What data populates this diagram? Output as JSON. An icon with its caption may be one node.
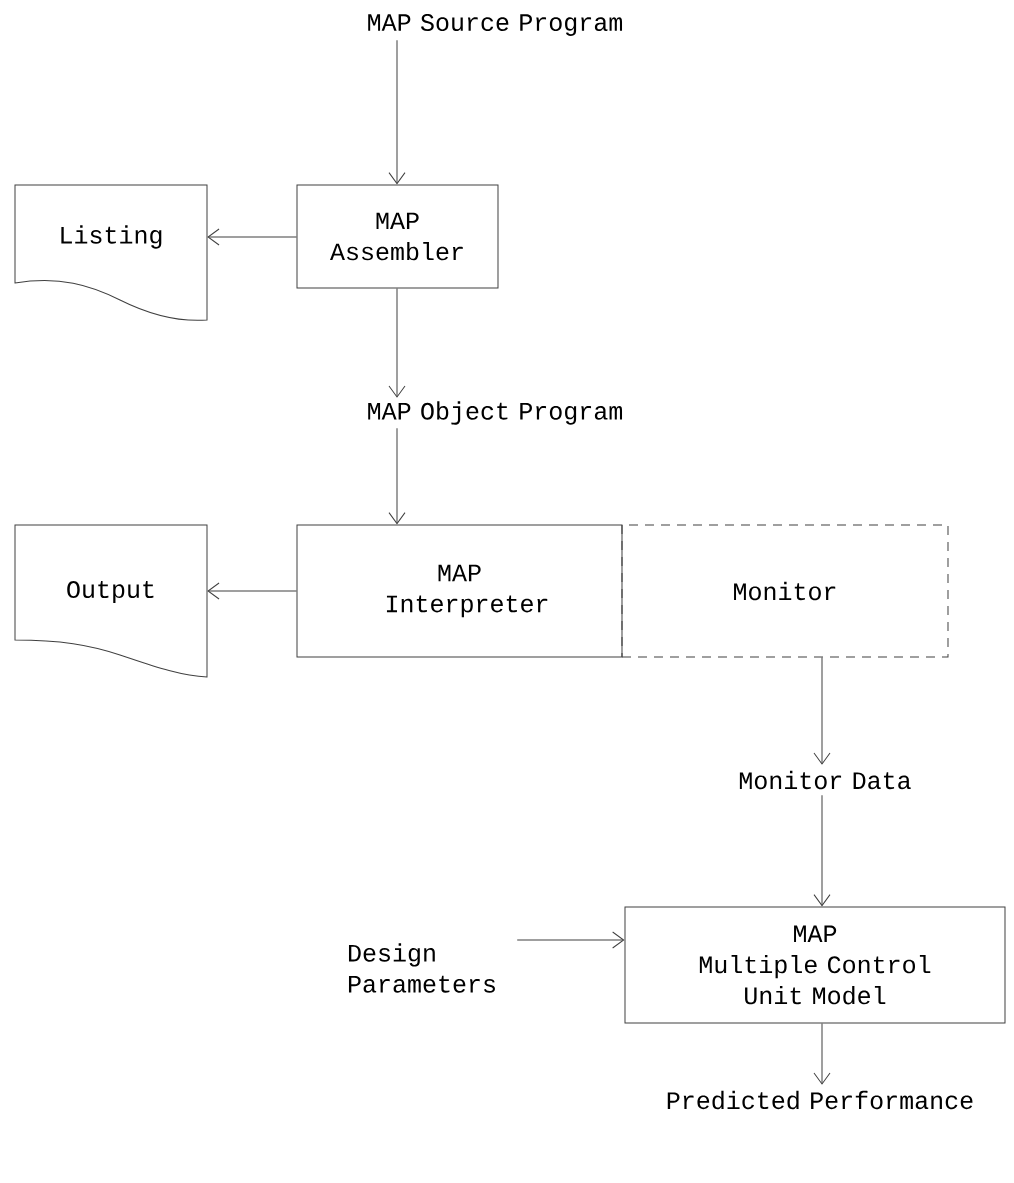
{
  "diagram": {
    "nodes": [
      {
        "text": [
          "MAP Source Program"
        ]
      },
      {
        "text": [
          "MAP Assembler"
        ]
      },
      {
        "text": [
          "Listing"
        ]
      },
      {
        "text": [
          "MAP Object Program"
        ]
      },
      {
        "text": [
          "MAP Interpreter"
        ]
      },
      {
        "text": [
          "Monitor"
        ]
      },
      {
        "text": [
          "Output"
        ]
      },
      {
        "text": [
          "Monitor Data"
        ]
      },
      {
        "text": [
          "MAP",
          "Multiple Control Unit Model"
        ]
      },
      {
        "text": [
          "Design Parameters"
        ]
      },
      {
        "text": [
          "Predicted Performance"
        ]
      }
    ],
    "edges": [
      {
        "from": 0,
        "to": 1,
        "arrow": "to"
      },
      {
        "from": 1,
        "to": 2,
        "arrow": "to"
      },
      {
        "from": 1,
        "to": 3,
        "arrow": "to"
      },
      {
        "from": 3,
        "to": 4,
        "arrow": "to"
      },
      {
        "from": 4,
        "to": 6,
        "arrow": "to"
      },
      {
        "from": 5,
        "to": 7,
        "arrow": "to"
      },
      {
        "from": 7,
        "to": 8,
        "arrow": "to"
      },
      {
        "from": 9,
        "to": 8,
        "arrow": "to"
      },
      {
        "from": 8,
        "to": 10,
        "arrow": "to"
      }
    ]
  }
}
